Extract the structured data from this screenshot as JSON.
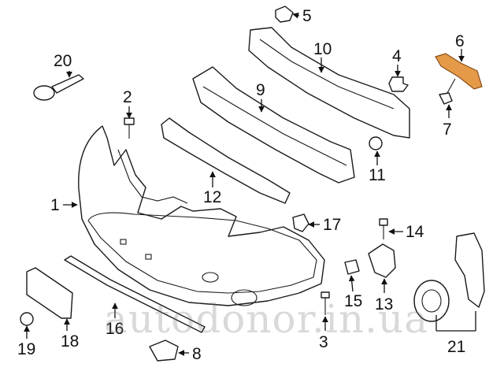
{
  "callouts": {
    "c1": "1",
    "c2": "2",
    "c3": "3",
    "c4": "4",
    "c5": "5",
    "c6": "6",
    "c7": "7",
    "c8": "8",
    "c9": "9",
    "c10": "10",
    "c11": "11",
    "c12": "12",
    "c13": "13",
    "c14": "14",
    "c15": "15",
    "c16": "16",
    "c17": "17",
    "c18": "18",
    "c19": "19",
    "c20": "20",
    "c21": "21"
  },
  "watermark": "autodonor.in.ua",
  "colors": {
    "highlight": "#e59a4a",
    "line": "#1a1a1a"
  }
}
